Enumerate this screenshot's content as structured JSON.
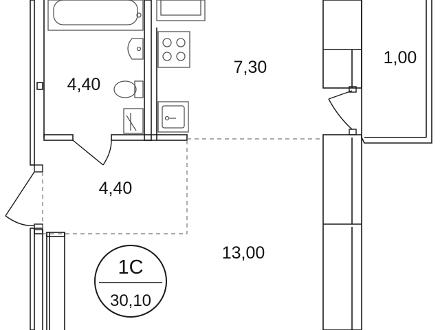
{
  "plan": {
    "rooms": [
      {
        "id": "bathroom",
        "area": "4,40"
      },
      {
        "id": "kitchen",
        "area": "7,30"
      },
      {
        "id": "balcony",
        "area": "1,00"
      },
      {
        "id": "hallway",
        "area": "4,40"
      },
      {
        "id": "living",
        "area": "13,00"
      }
    ],
    "badge": {
      "type": "1С",
      "total_area": "30,10"
    },
    "colors": {
      "wall": "#1a1a1a",
      "fixture": "#555555",
      "zone_line": "#777777",
      "background": "#ffffff"
    }
  }
}
